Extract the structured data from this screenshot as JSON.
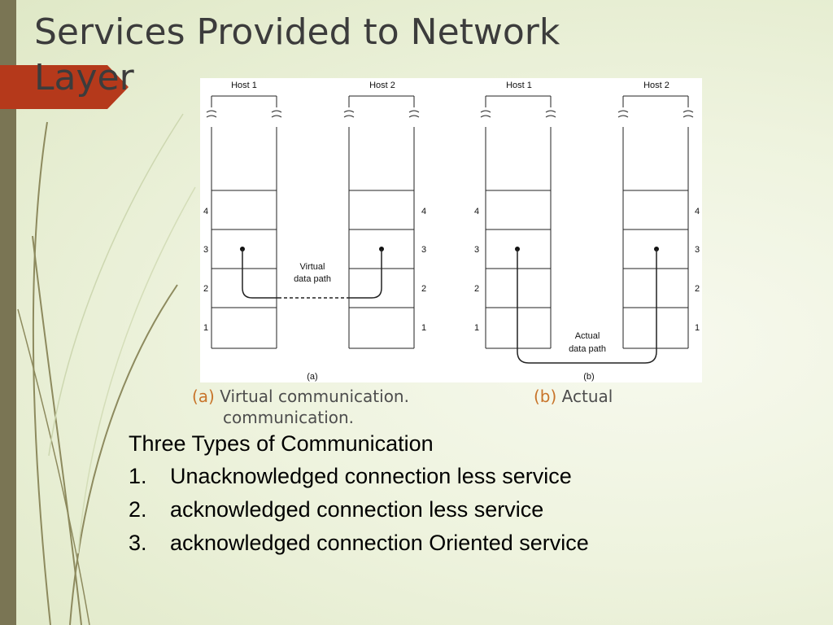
{
  "slide": {
    "title": "Services Provided to Network Layer"
  },
  "figure": {
    "panel_a": {
      "host_left": "Host 1",
      "host_right": "Host 2",
      "layers": [
        "4",
        "3",
        "2",
        "1"
      ],
      "path_label_line1": "Virtual",
      "path_label_line2": "data path",
      "sub_label": "(a)"
    },
    "panel_b": {
      "host_left": "Host 1",
      "host_right": "Host 2",
      "layers": [
        "4",
        "3",
        "2",
        "1"
      ],
      "path_label_line1": "Actual",
      "path_label_line2": "data path",
      "sub_label": "(b)"
    }
  },
  "caption": {
    "a_tag": "(a)",
    "a_text": "Virtual communication.",
    "b_tag": "(b)",
    "b_text": "Actual",
    "continuation": "communication."
  },
  "content": {
    "heading": "Three Types of Communication",
    "items": [
      {
        "num": "1.",
        "text": "Unacknowledged connection less service"
      },
      {
        "num": "2.",
        "text": "acknowledged connection less service"
      },
      {
        "num": "3.",
        "text": "acknowledged connection Oriented service"
      }
    ]
  },
  "colors": {
    "accent_arrow": "#b5391b",
    "side_bar": "#7a7554",
    "caption_tag": "#c8742a",
    "title_text": "#3c3c3c"
  }
}
